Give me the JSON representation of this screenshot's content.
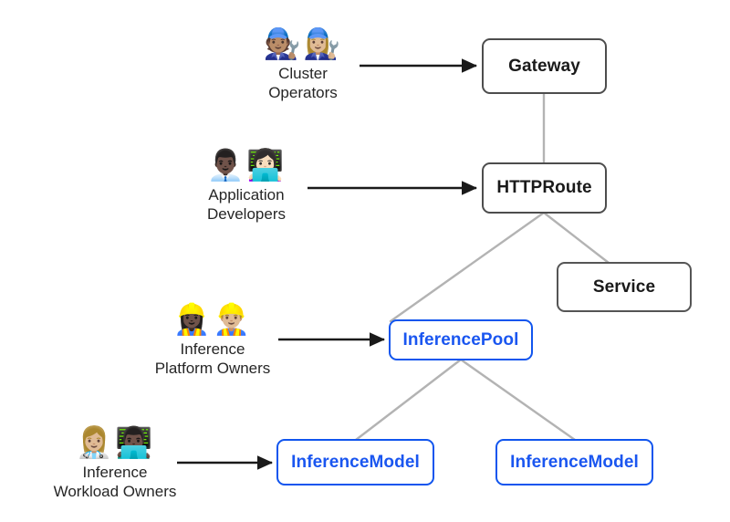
{
  "diagram": {
    "title": "Gateway API Inference Extension resource and persona diagram",
    "background": "#ffffff",
    "colors": {
      "dark_border": "#4d4d4d",
      "dark_text": "#1a1a1a",
      "blue_border": "#1155ee",
      "blue_text": "#1a56f0",
      "connector_line": "#b3b3b3",
      "arrow": "#1a1a1a"
    },
    "nodes": [
      {
        "id": "gateway",
        "label": "Gateway",
        "style": "dark"
      },
      {
        "id": "httproute",
        "label": "HTTPRoute",
        "style": "dark"
      },
      {
        "id": "service",
        "label": "Service",
        "style": "dark"
      },
      {
        "id": "inferencepool",
        "label": "InferencePool",
        "style": "blue"
      },
      {
        "id": "inferencemodel1",
        "label": "InferenceModel",
        "style": "blue"
      },
      {
        "id": "inferencemodel2",
        "label": "InferenceModel",
        "style": "blue"
      }
    ],
    "personas": [
      {
        "id": "cluster-operators",
        "emoji": "🧑🏽‍🔧👩🏼‍🔧",
        "icon_names": [
          "mechanic-icon",
          "woman-mechanic-icon"
        ],
        "label": "Cluster\nOperators",
        "target": "gateway"
      },
      {
        "id": "application-developers",
        "emoji": "👨🏿‍💼👩🏻‍💻",
        "icon_names": [
          "office-worker-icon",
          "woman-technologist-icon"
        ],
        "label": "Application\nDevelopers",
        "target": "httproute"
      },
      {
        "id": "inference-platform-owners",
        "emoji": "👷🏿‍♀️👷🏼‍♂️",
        "icon_names": [
          "woman-construction-worker-icon",
          "man-construction-worker-icon"
        ],
        "label": "Inference\nPlatform Owners",
        "target": "inferencepool"
      },
      {
        "id": "inference-workload-owners",
        "emoji": "👩🏼‍⚕️👨🏿‍💻",
        "icon_names": [
          "health-worker-icon",
          "man-technologist-icon"
        ],
        "label": "Inference\nWorkload Owners",
        "target": "inferencemodel1"
      }
    ],
    "connectors": [
      {
        "id": "gateway-to-httproute",
        "from": "gateway",
        "to": "httproute",
        "kind": "resource-link"
      },
      {
        "id": "httproute-to-inferencepool",
        "from": "httproute",
        "to": "inferencepool",
        "kind": "resource-link"
      },
      {
        "id": "httproute-to-service",
        "from": "httproute",
        "to": "service",
        "kind": "resource-link"
      },
      {
        "id": "inferencepool-to-model-1",
        "from": "inferencepool",
        "to": "inferencemodel1",
        "kind": "resource-link"
      },
      {
        "id": "inferencepool-to-model-2",
        "from": "inferencepool",
        "to": "inferencemodel2",
        "kind": "resource-link"
      }
    ],
    "arrows": [
      {
        "id": "arrow-cluster-operators-to-gateway",
        "kind": "persona-arrow"
      },
      {
        "id": "arrow-application-developers-to-httproute",
        "kind": "persona-arrow"
      },
      {
        "id": "arrow-inference-platform-owners-to-inferencepool",
        "kind": "persona-arrow"
      },
      {
        "id": "arrow-inference-workload-owners-to-inferencemodel",
        "kind": "persona-arrow"
      }
    ]
  }
}
